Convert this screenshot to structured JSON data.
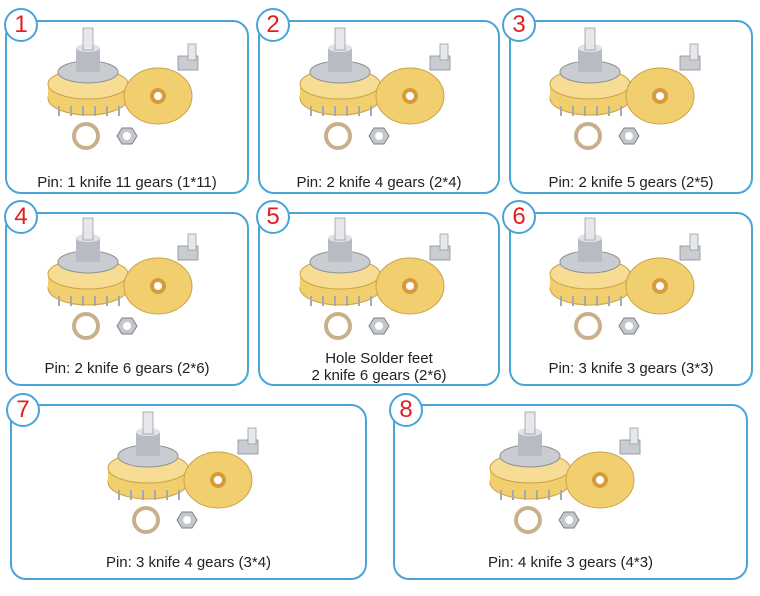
{
  "colors": {
    "frame": "#4aa3d9",
    "badge_number": "#e02020",
    "wafer_yellow": "#f2cf6e",
    "metal": "#c9ccd1",
    "brass_ring": "#c8b18a"
  },
  "products": [
    {
      "number": "1",
      "caption_lines": [
        "Pin: 1 knife 11 gears (1*11)"
      ]
    },
    {
      "number": "2",
      "caption_lines": [
        "Pin: 2 knife 4 gears (2*4)"
      ]
    },
    {
      "number": "3",
      "caption_lines": [
        "Pin: 2 knife 5 gears (2*5)"
      ]
    },
    {
      "number": "4",
      "caption_lines": [
        "Pin: 2 knife 6 gears (2*6)"
      ]
    },
    {
      "number": "5",
      "caption_lines": [
        "Hole Solder feet",
        "2 knife 6 gears (2*6)"
      ]
    },
    {
      "number": "6",
      "caption_lines": [
        "Pin: 3 knife 3 gears (3*3)"
      ]
    },
    {
      "number": "7",
      "caption_lines": [
        "Pin: 3 knife 4 gears (3*4)"
      ]
    },
    {
      "number": "8",
      "caption_lines": [
        "Pin: 4 knife 3 gears (4*3)"
      ]
    }
  ]
}
